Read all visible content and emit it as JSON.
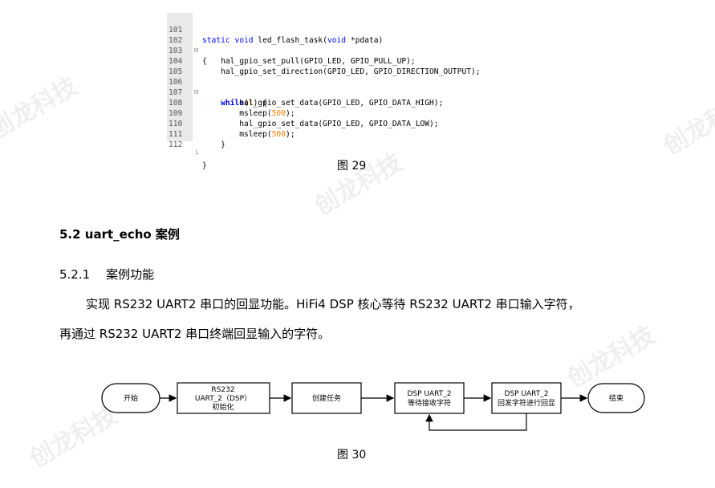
{
  "code": {
    "lines": [
      {
        "num": "101",
        "fold": "",
        "text": ""
      },
      {
        "num": "102",
        "fold": "⊟",
        "text": "{"
      },
      {
        "num": "103",
        "fold": "",
        "text": "    hal_gpio_set_pull(GPIO_LED, GPIO_PULL_UP);"
      },
      {
        "num": "104",
        "fold": "",
        "text": "    hal_gpio_set_direction(GPIO_LED, GPIO_DIRECTION_OUTPUT);"
      },
      {
        "num": "105",
        "fold": "",
        "text": ""
      },
      {
        "num": "106",
        "fold": "⊟",
        "text": ""
      },
      {
        "num": "107",
        "fold": "",
        "text": "        hal_gpio_set_data(GPIO_LED, GPIO_DATA_HIGH);"
      },
      {
        "num": "108",
        "fold": "",
        "text": ""
      },
      {
        "num": "109",
        "fold": "",
        "text": "        hal_gpio_set_data(GPIO_LED, GPIO_DATA_LOW);"
      },
      {
        "num": "110",
        "fold": "",
        "text": ""
      },
      {
        "num": "111",
        "fold": "",
        "text": "    }"
      },
      {
        "num": "112",
        "fold": "└",
        "text": "}"
      }
    ],
    "line101": {
      "kw1": "static",
      "kw2": "void",
      "name": " led_flash_task(",
      "kw3": "void",
      "rest": " *pdata)"
    },
    "line106": {
      "indent": "    ",
      "kw": "while",
      "open": "(",
      "num": "1",
      "close": ") {"
    },
    "line108": {
      "indent": "        ",
      "fn": "msleep(",
      "num": "500",
      "close": ");"
    },
    "line110": {
      "indent": "        ",
      "fn": "msleep(",
      "num": "500",
      "close": ");"
    }
  },
  "fig29": "图  29",
  "section": {
    "heading": "5.2   uart_echo 案例",
    "sub_num": "5.2.1",
    "sub_title": "案例功能"
  },
  "paragraph": {
    "line1": "实现 RS232  UART2 串口的回显功能。HiFi4  DSP 核心等待 RS232  UART2 串口输入字符，",
    "line2": "再通过 RS232  UART2 串口终端回显输入的字符。"
  },
  "flowchart": {
    "start": "开始",
    "init": [
      "RS232",
      "UART_2（DSP）",
      "初始化"
    ],
    "create": "创建任务",
    "wait": [
      "DSP UART_2",
      "等待接收字符"
    ],
    "echo": [
      "DSP UART_2",
      "回发字符进行回显"
    ],
    "end": "结束"
  },
  "fig30": "图  30",
  "watermark": "创龙科技"
}
